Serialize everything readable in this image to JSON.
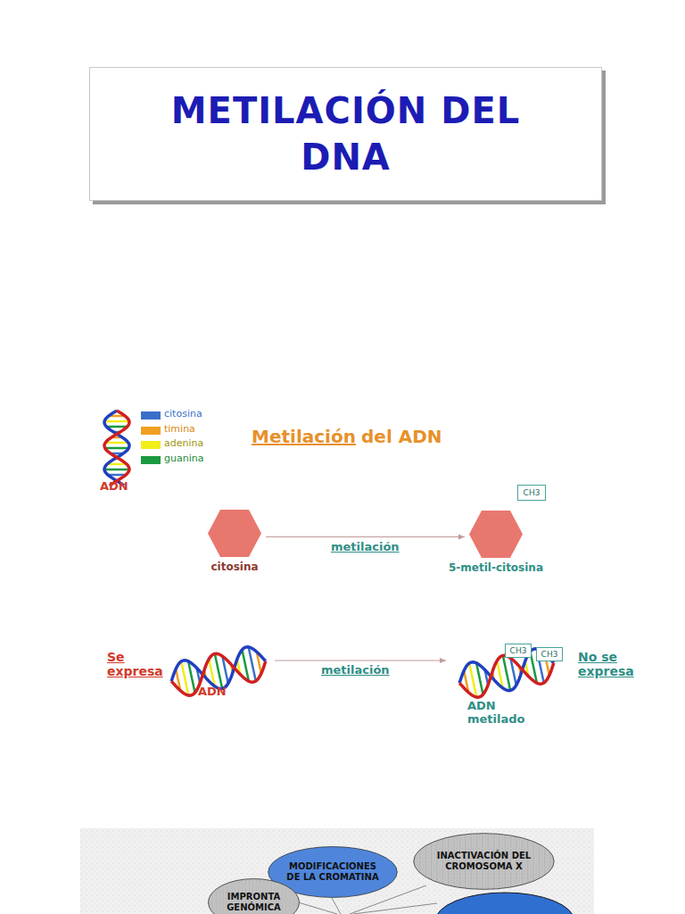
{
  "diagram": {
    "title": "METILACIÓN DEL DNA",
    "nodes": [
      {
        "text": [
          "citosina"
        ]
      },
      {
        "text": [
          "5-metil-citosina"
        ]
      },
      {
        "text": [
          "CH3"
        ]
      },
      {
        "text": [
          "CH3"
        ]
      },
      {
        "text": [
          "CH3"
        ]
      },
      {
        "text": [
          "MODIFICACIONES DE LA CROMATINA"
        ]
      },
      {
        "text": [
          "INACTIVACIÓN DEL CROMOSOMA X"
        ]
      },
      {
        "text": [
          "IMPRONTA GENÓMICA"
        ]
      }
    ],
    "edges": [
      {
        "from": 0,
        "to": 1,
        "label": "metilación",
        "arrow": "to"
      }
    ],
    "labels": [
      "ADN",
      "Metilación",
      "del ADN",
      "Se expresa",
      "metilación",
      "ADN",
      "ADN metilado",
      "No se expresa"
    ],
    "legend": [
      {
        "text": "citosina",
        "color": "#3a6fc9"
      },
      {
        "text": "timina",
        "color": "#f0a020"
      },
      {
        "text": "adenina",
        "color": "#f2ee1a"
      },
      {
        "text": "guanina",
        "color": "#1a9a40"
      }
    ]
  }
}
